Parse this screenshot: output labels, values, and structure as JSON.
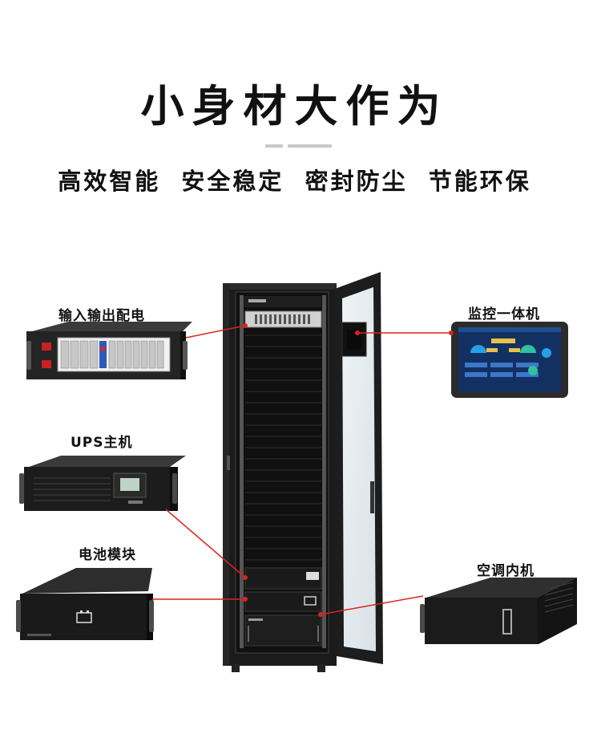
{
  "header": {
    "title": "小身材大作为",
    "subtitle": "高效智能  安全稳定  密封防尘  节能环保"
  },
  "components": {
    "pdu": "输入输出配电",
    "ups": "UPS主机",
    "battery": "电池模块",
    "monitor": "监控一体机",
    "ac": "空调内机"
  },
  "colors": {
    "callout_line": "#d9241c",
    "cabinet": "#1c1c1c",
    "text": "#111111"
  }
}
